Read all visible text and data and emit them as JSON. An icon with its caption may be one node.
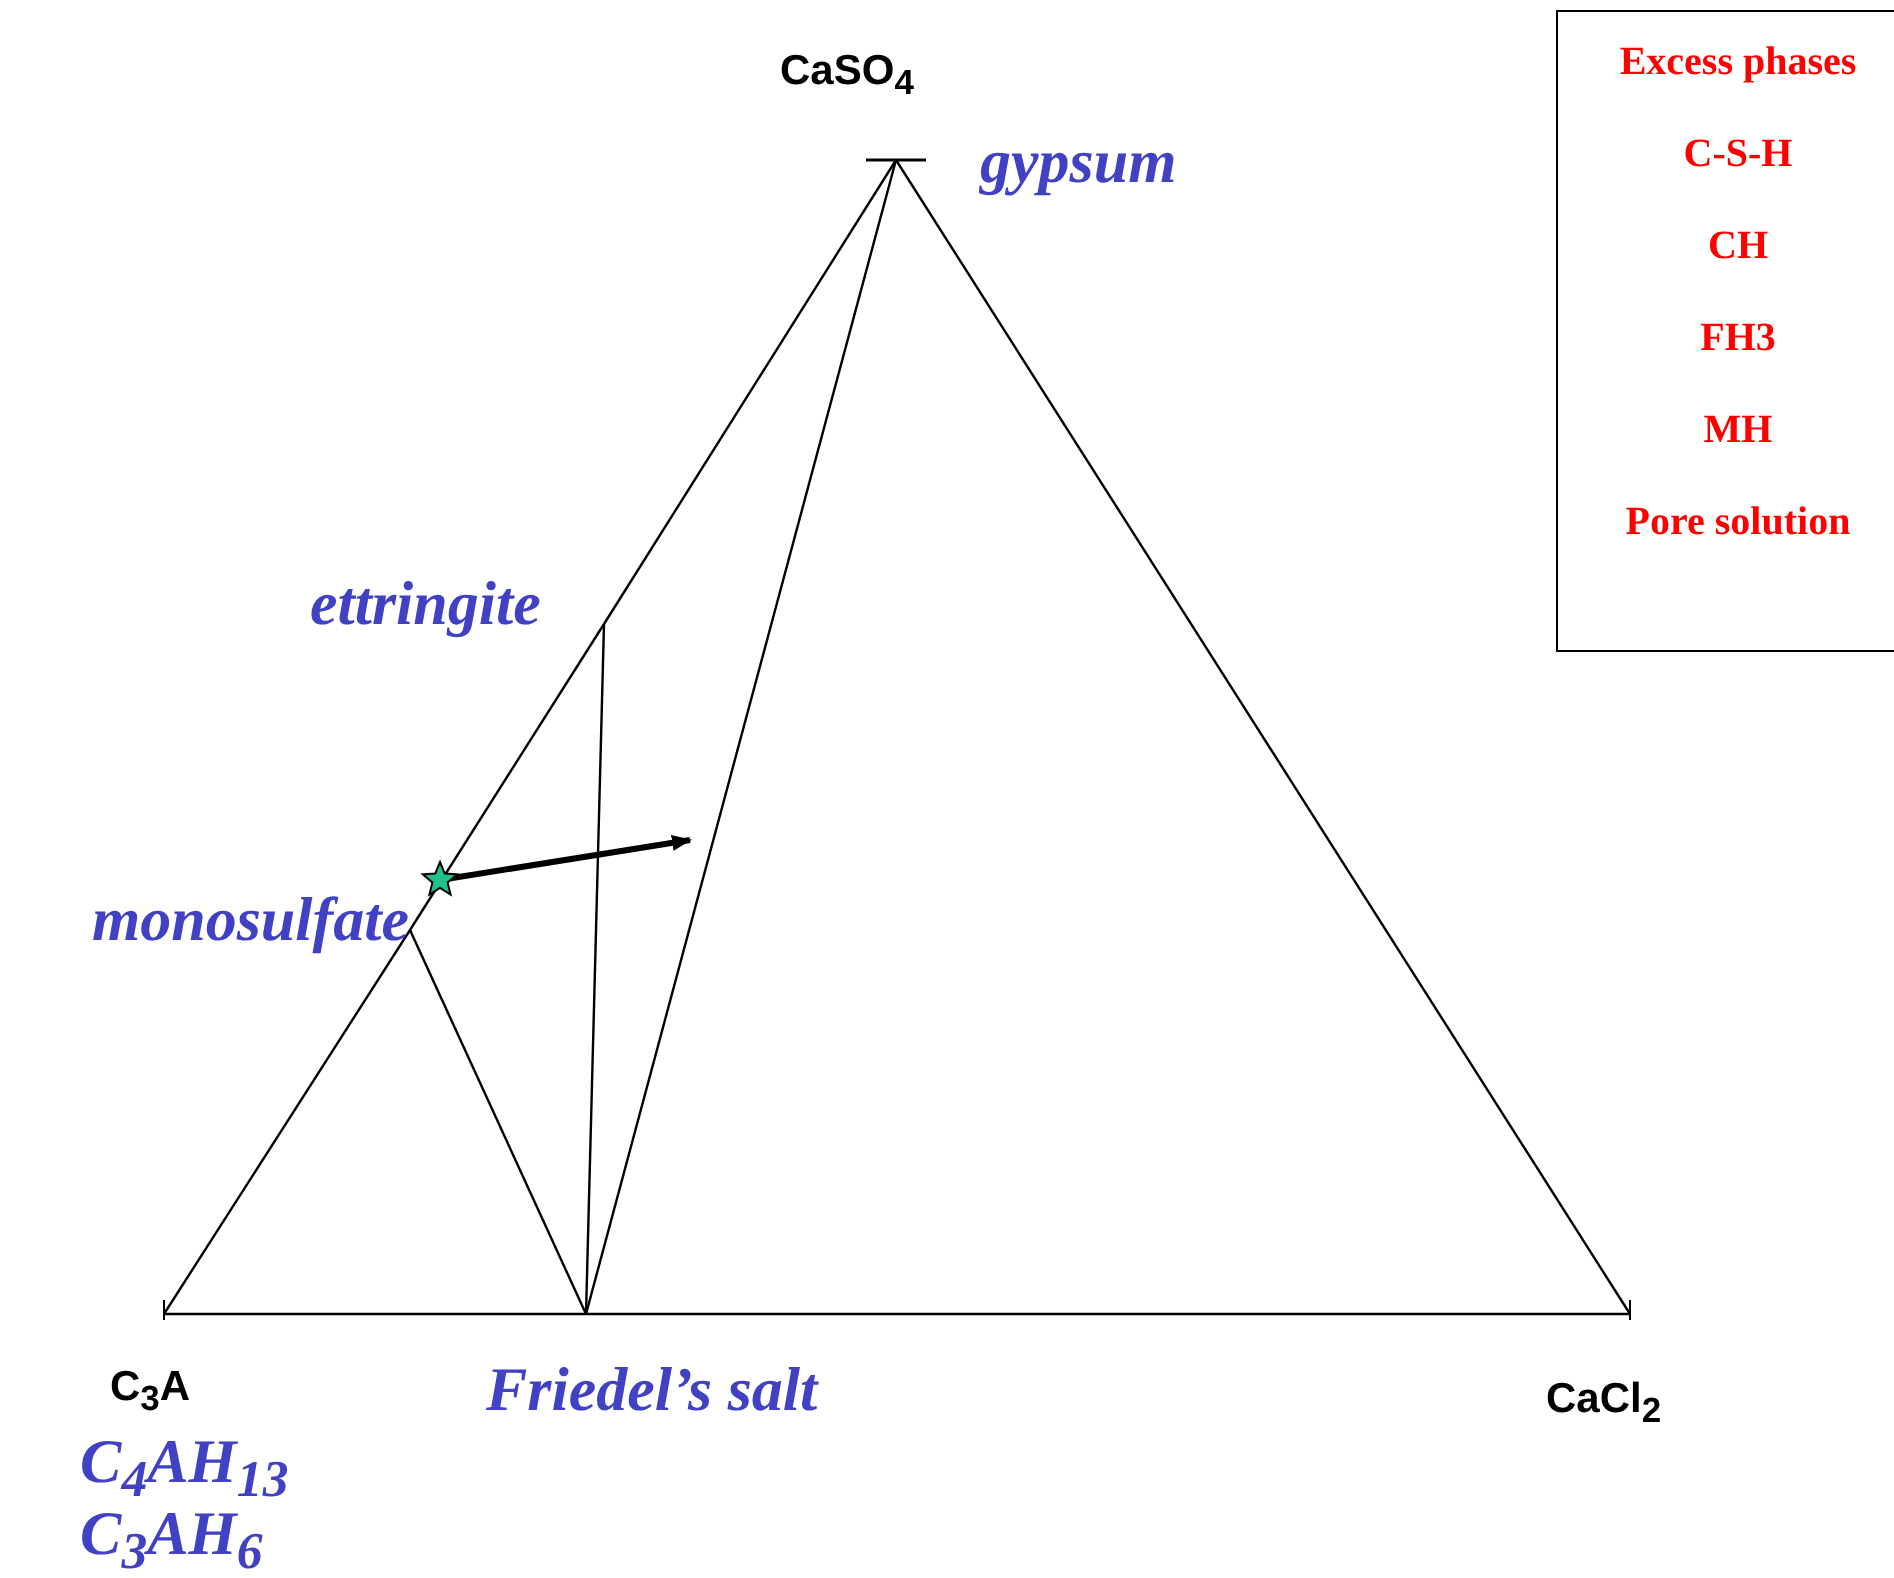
{
  "diagram": {
    "nodes": [
      {
        "text": [
          "CaSO$_{4}$"
        ],
        "beside": [
          "gypsum"
        ]
      },
      {
        "text": [
          "ettringite"
        ]
      },
      {
        "text": [
          "monosulfate"
        ]
      },
      {
        "text": [
          "C$_{3}$A"
        ],
        "beside": [
          "C$_{4}$AH$_{13}$",
          "C$_{3}$AH$_{6}$"
        ]
      },
      {
        "text": [
          "Friedel’s salt"
        ]
      },
      {
        "text": [
          "CaCl$_{2}$"
        ]
      },
      {
        "text": [],
        "shape": "star"
      },
      {
        "text": [
          "Excess phases",
          "C-S-H",
          "CH",
          "FH3",
          "MH",
          "Pore solution"
        ]
      }
    ],
    "edges": [
      {
        "from": 3,
        "to": 2,
        "arrow": "none"
      },
      {
        "from": 2,
        "to": 1,
        "arrow": "none"
      },
      {
        "from": 1,
        "to": 0,
        "arrow": "none"
      },
      {
        "from": 3,
        "to": 4,
        "arrow": "none"
      },
      {
        "from": 4,
        "to": 5,
        "arrow": "none"
      },
      {
        "from": 5,
        "to": 0,
        "arrow": "none"
      },
      {
        "from": 0,
        "to": 4,
        "arrow": "none"
      },
      {
        "from": 1,
        "to": 4,
        "arrow": "none"
      },
      {
        "from": 2,
        "to": 4,
        "arrow": "none"
      },
      {
        "from": 6,
        "to": null,
        "arrow": "to",
        "style": "thick"
      }
    ]
  }
}
